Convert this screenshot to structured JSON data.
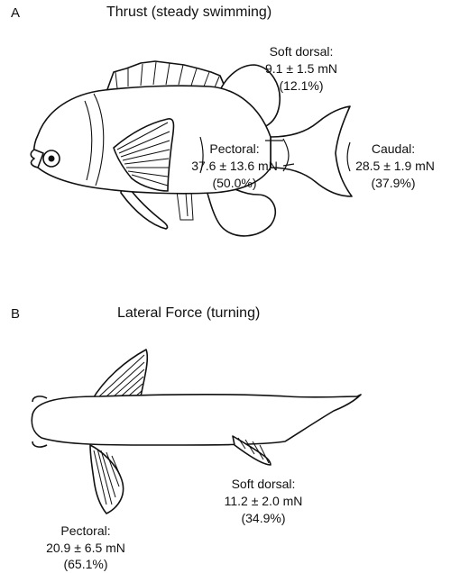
{
  "panel_a": {
    "letter": "A",
    "title": "Thrust (steady swimming)",
    "soft_dorsal": {
      "name": "Soft dorsal:",
      "value": "9.1 ± 1.5 mN",
      "percent": "(12.1%)"
    },
    "pectoral": {
      "name": "Pectoral:",
      "value": "37.6 ± 13.6 mN",
      "percent": "(50.0%)"
    },
    "caudal": {
      "name": "Caudal:",
      "value": "28.5 ± 1.9 mN",
      "percent": "(37.9%)"
    }
  },
  "panel_b": {
    "letter": "B",
    "title": "Lateral Force (turning)",
    "soft_dorsal": {
      "name": "Soft dorsal:",
      "value": "11.2 ± 2.0 mN",
      "percent": "(34.9%)"
    },
    "pectoral": {
      "name": "Pectoral:",
      "value": "20.9 ± 6.5 mN",
      "percent": "(65.1%)"
    }
  }
}
